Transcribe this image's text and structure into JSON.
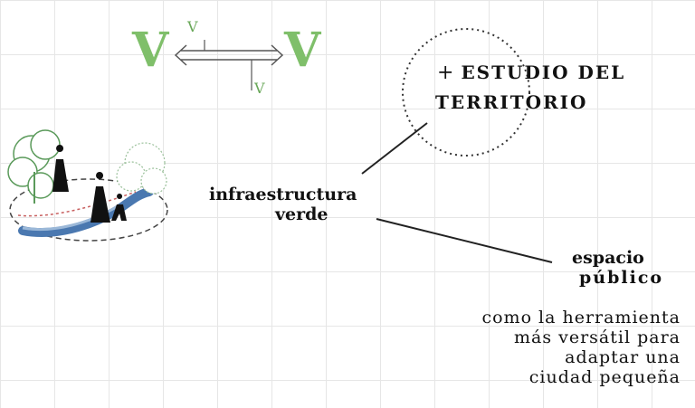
{
  "diagram": {
    "title_plus": "+",
    "title_line1": "ESTUDIO DEL",
    "title_line2": "TERRITORIO",
    "center_line1": "infraestructura",
    "center_line2": "verde",
    "right_line1": "espacio",
    "right_line2": "público",
    "desc_lines": [
      "como la herramienta",
      "más versátil para",
      "adaptar  una",
      "ciudad pequeña"
    ],
    "v_left": "V",
    "v_right": "V",
    "v_top": "V",
    "v_bottom": "V",
    "accent_color": "#7fbf6a",
    "river_color": "#4a78b0"
  }
}
